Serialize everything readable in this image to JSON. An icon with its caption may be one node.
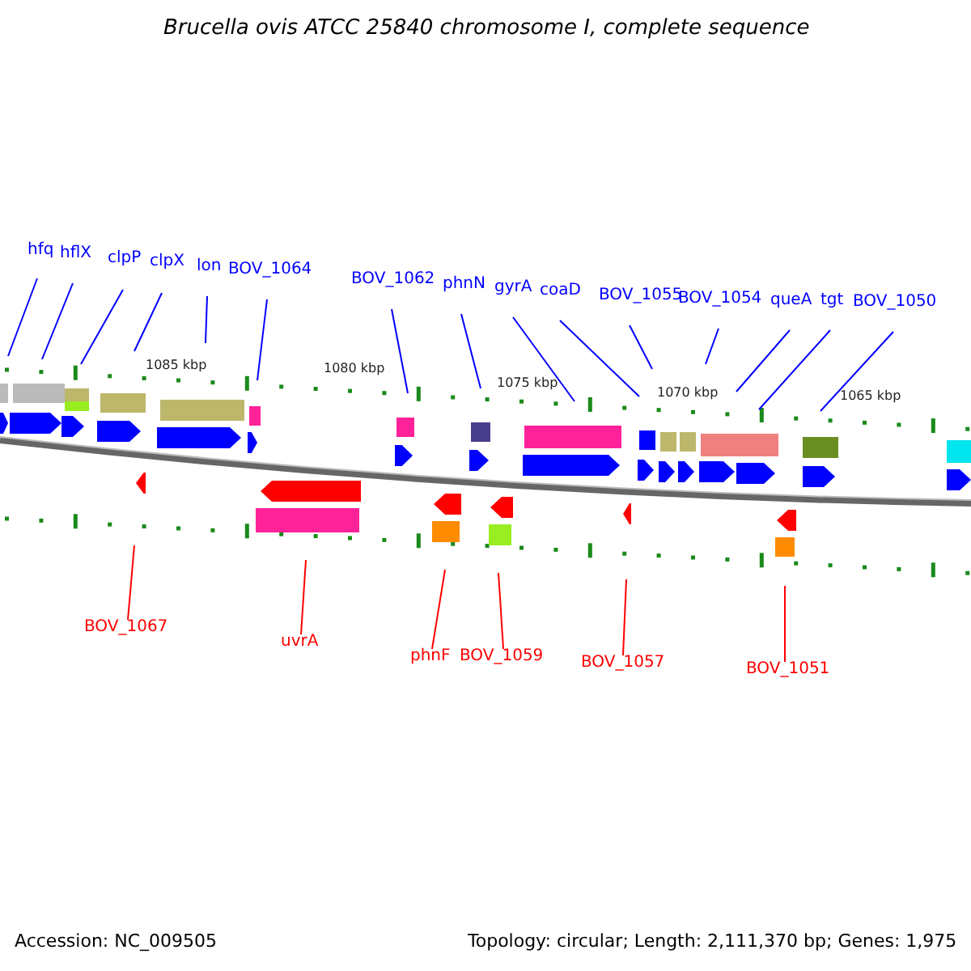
{
  "diagram": {
    "title": "Brucella ovis ATCC 25840 chromosome I, complete sequence",
    "nodes": [
      {
        "text": [
          "hfq"
        ]
      },
      {
        "text": [
          "hflX"
        ]
      },
      {
        "text": [
          "clpP"
        ]
      },
      {
        "text": [
          "clpX"
        ]
      },
      {
        "text": [
          "lon"
        ]
      },
      {
        "text": [
          "BOV_1064"
        ]
      },
      {
        "text": [
          "BOV_1062"
        ]
      },
      {
        "text": [
          "phnN"
        ]
      },
      {
        "text": [
          "gyrA"
        ]
      },
      {
        "text": [
          "coaD"
        ]
      },
      {
        "text": [
          "BOV_1055"
        ]
      },
      {
        "text": [
          "BOV_1054"
        ]
      },
      {
        "text": [
          "queA"
        ]
      },
      {
        "text": [
          "tgt"
        ]
      },
      {
        "text": [
          "BOV_1050"
        ]
      },
      {
        "text": [
          "BOV_1067"
        ]
      },
      {
        "text": [
          "uvrA"
        ]
      },
      {
        "text": [
          "phnF"
        ]
      },
      {
        "text": [
          "BOV_1059"
        ]
      },
      {
        "text": [
          "BOV_1057"
        ]
      },
      {
        "text": [
          "BOV_1051"
        ]
      }
    ],
    "edges": [
      {
        "from": 0,
        "to": null,
        "arrow": "none"
      },
      {
        "from": 1,
        "to": null,
        "arrow": "none"
      },
      {
        "from": 2,
        "to": null,
        "arrow": "none"
      },
      {
        "from": 3,
        "to": null,
        "arrow": "none"
      },
      {
        "from": 4,
        "to": null,
        "arrow": "none"
      },
      {
        "from": 5,
        "to": null,
        "arrow": "none"
      },
      {
        "from": 6,
        "to": null,
        "arrow": "none"
      },
      {
        "from": 7,
        "to": null,
        "arrow": "none"
      },
      {
        "from": 8,
        "to": null,
        "arrow": "none"
      },
      {
        "from": 9,
        "to": null,
        "arrow": "none"
      },
      {
        "from": 10,
        "to": null,
        "arrow": "none"
      },
      {
        "from": 11,
        "to": null,
        "arrow": "none"
      },
      {
        "from": 12,
        "to": null,
        "arrow": "none"
      },
      {
        "from": 13,
        "to": null,
        "arrow": "none"
      },
      {
        "from": 14,
        "to": null,
        "arrow": "none"
      },
      {
        "from": 15,
        "to": null,
        "arrow": "none",
        "color": "#ff0000"
      },
      {
        "from": 16,
        "to": null,
        "arrow": "none",
        "color": "#ff0000"
      },
      {
        "from": 17,
        "to": null,
        "arrow": "none",
        "color": "#ff0000"
      },
      {
        "from": 18,
        "to": null,
        "arrow": "none",
        "color": "#ff0000"
      },
      {
        "from": 19,
        "to": null,
        "arrow": "none",
        "color": "#ff0000"
      },
      {
        "from": 20,
        "to": null,
        "arrow": "none",
        "color": "#ff0000"
      }
    ],
    "labels": [
      "1085 kbp",
      "1080 kbp",
      "1075 kbp",
      "1070 kbp",
      "1065 kbp",
      "Accession: NC_009505",
      "Topology: circular; Length: 2,111,370 bp; Genes: 1,975"
    ]
  }
}
